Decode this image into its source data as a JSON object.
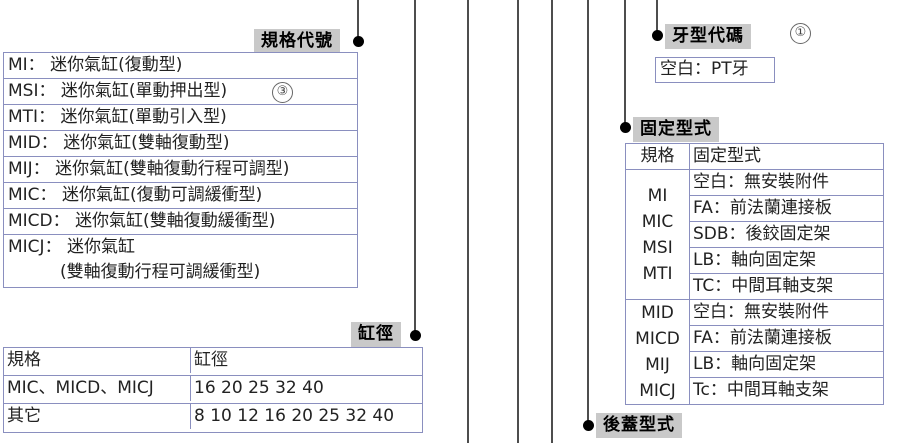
{
  "diagram": {
    "title_marks": {
      "spec_code": "規格代號",
      "bore": "缸徑",
      "thread_code": "牙型代碼",
      "mounting_type": "固定型式",
      "rear_cover_type": "後蓋型式"
    },
    "markers": {
      "thread_note": "①",
      "msi_note": "③"
    },
    "spec_code_list": [
      {
        "code": "MI：",
        "desc": "迷你氣缸(復動型)"
      },
      {
        "code": "MSI：",
        "desc": "迷你氣缸(單動押出型)",
        "note": "③"
      },
      {
        "code": "MTI：",
        "desc": "迷你氣缸(單動引入型)"
      },
      {
        "code": "MID：",
        "desc": "迷你氣缸(雙軸復動型)"
      },
      {
        "code": "MIJ：",
        "desc": "迷你氣缸(雙軸復動行程可調型)"
      },
      {
        "code": "MIC：",
        "desc": "迷你氣缸(復動可調緩衝型)"
      },
      {
        "code": "MICD：",
        "desc": "迷你氣缸(雙軸復動緩衝型)"
      },
      {
        "code": "MICJ：",
        "desc": "迷你氣缸",
        "desc2": "(雙軸復動行程可調緩衝型)"
      }
    ],
    "bore_table": {
      "headers": [
        "規格",
        "缸徑"
      ],
      "rows": [
        {
          "spec": "MIC、MICD、MICJ",
          "bore": "16 20 25 32 40"
        },
        {
          "spec": "其它",
          "bore": "8 10 12 16 20 25 32 40"
        }
      ]
    },
    "thread_code": {
      "options": [
        "空白：PT牙"
      ]
    },
    "mounting_table": {
      "headers": [
        "規格",
        "固定型式"
      ],
      "groups": [
        {
          "specs": [
            "MI",
            "MIC",
            "MSI",
            "MTI"
          ],
          "options": [
            "空白：無安裝附件",
            "FA：前法蘭連接板",
            "SDB：後鉸固定架",
            "LB：軸向固定架",
            "TC：中間耳軸支架"
          ]
        },
        {
          "specs": [
            "MID",
            "MICD",
            "MIJ",
            "MICJ"
          ],
          "options": [
            "空白：無安裝附件",
            "FA：前法蘭連接板",
            "LB：軸向固定架",
            "Tc：中間耳軸支架"
          ]
        }
      ]
    },
    "colors": {
      "table_border": "#8a8fbf",
      "caption_background": "#c9c9c9",
      "leader_line": "#4d4d4d",
      "text": "#222222"
    }
  }
}
